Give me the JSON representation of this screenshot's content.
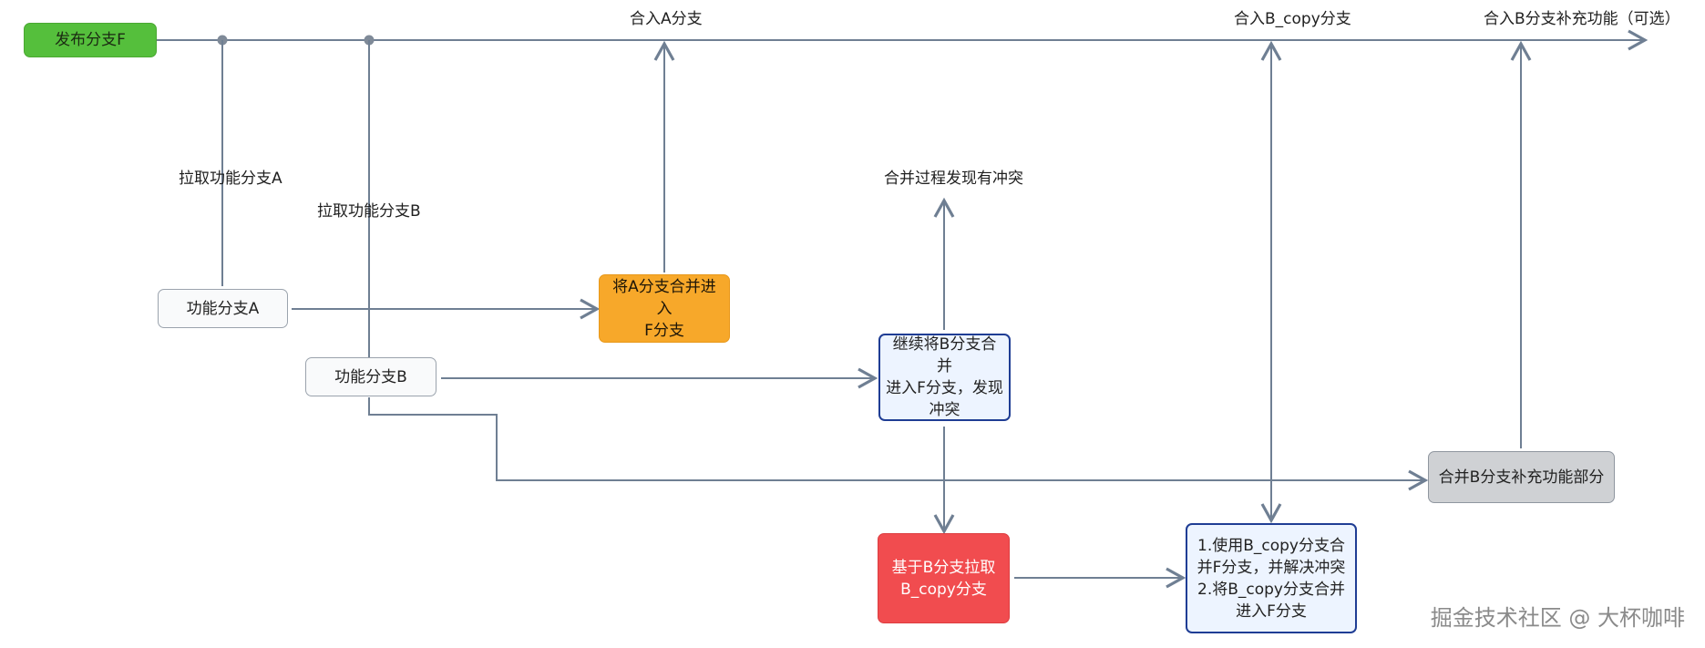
{
  "colors": {
    "line": "#6f7f93",
    "dot": "#7f8a98",
    "green": "#55bf3c",
    "orange": "#f7a82a",
    "red": "#f14c4f",
    "blue_border": "#1f3d94",
    "blue_fill": "#edf4ff",
    "gray_fill": "#cfd1d4",
    "gray_border": "#8f969f",
    "white_border": "#9ba3ad"
  },
  "nodes": {
    "release_branch": "发布分支F",
    "feature_a": "功能分支A",
    "feature_b": "功能分支B",
    "merge_a": "将A分支合并进入\nF分支",
    "merge_b_conflict": "继续将B分支合并\n进入F分支，发现\n冲突",
    "pull_b_copy": "基于B分支拉取\nB_copy分支",
    "resolve": "1.使用B_copy分支合\n并F分支，并解决冲突\n2.将B_copy分支合并\n进入F分支",
    "merge_b_supplement": "合并B分支补充功能部分"
  },
  "labels": {
    "merged_a": "合入A分支",
    "merged_b_copy": "合入B_copy分支",
    "merged_b_supplement": "合入B分支补充功能（可选）",
    "pull_feature_a": "拉取功能分支A",
    "pull_feature_b": "拉取功能分支B",
    "conflict_found": "合并过程发现有冲突"
  },
  "watermark": "掘金技术社区 @ 大杯咖啡"
}
